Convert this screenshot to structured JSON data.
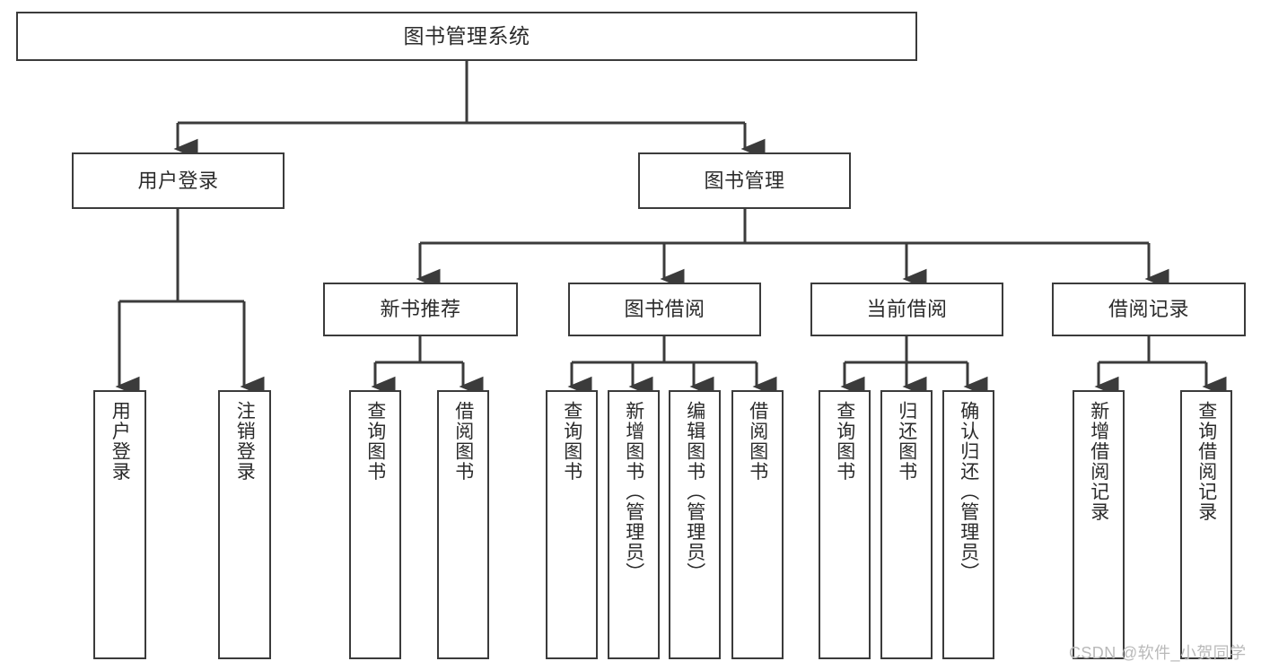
{
  "diagram": {
    "title": "图书管理系统",
    "type": "tree-hierarchy-diagram",
    "colors": {
      "background": "#ffffff",
      "stroke": "#3b3b3b",
      "text": "#2b2b2b",
      "watermark": "#b9b9b9"
    },
    "levels": {
      "root": {
        "label": "图书管理系统"
      },
      "level2": [
        {
          "label": "用户登录"
        },
        {
          "label": "图书管理"
        }
      ],
      "level3": [
        {
          "label": "新书推荐"
        },
        {
          "label": "图书借阅"
        },
        {
          "label": "当前借阅"
        },
        {
          "label": "借阅记录"
        }
      ],
      "leaves": {
        "user_login": [
          {
            "label": "用户登录"
          },
          {
            "label": "注销登录"
          }
        ],
        "new_book_recommend": [
          {
            "label": "查询图书"
          },
          {
            "label": "借阅图书"
          }
        ],
        "book_borrow": [
          {
            "label": "查询图书"
          },
          {
            "label": "新增图书（管理员）"
          },
          {
            "label": "编辑图书（管理员）"
          },
          {
            "label": "借阅图书"
          }
        ],
        "current_borrow": [
          {
            "label": "查询图书"
          },
          {
            "label": "归还图书"
          },
          {
            "label": "确认归还（管理员）"
          }
        ],
        "borrow_record": [
          {
            "label": "新增借阅记录"
          },
          {
            "label": "查询借阅记录"
          }
        ]
      }
    },
    "watermark": "CSDN @软件_小贺同学"
  }
}
